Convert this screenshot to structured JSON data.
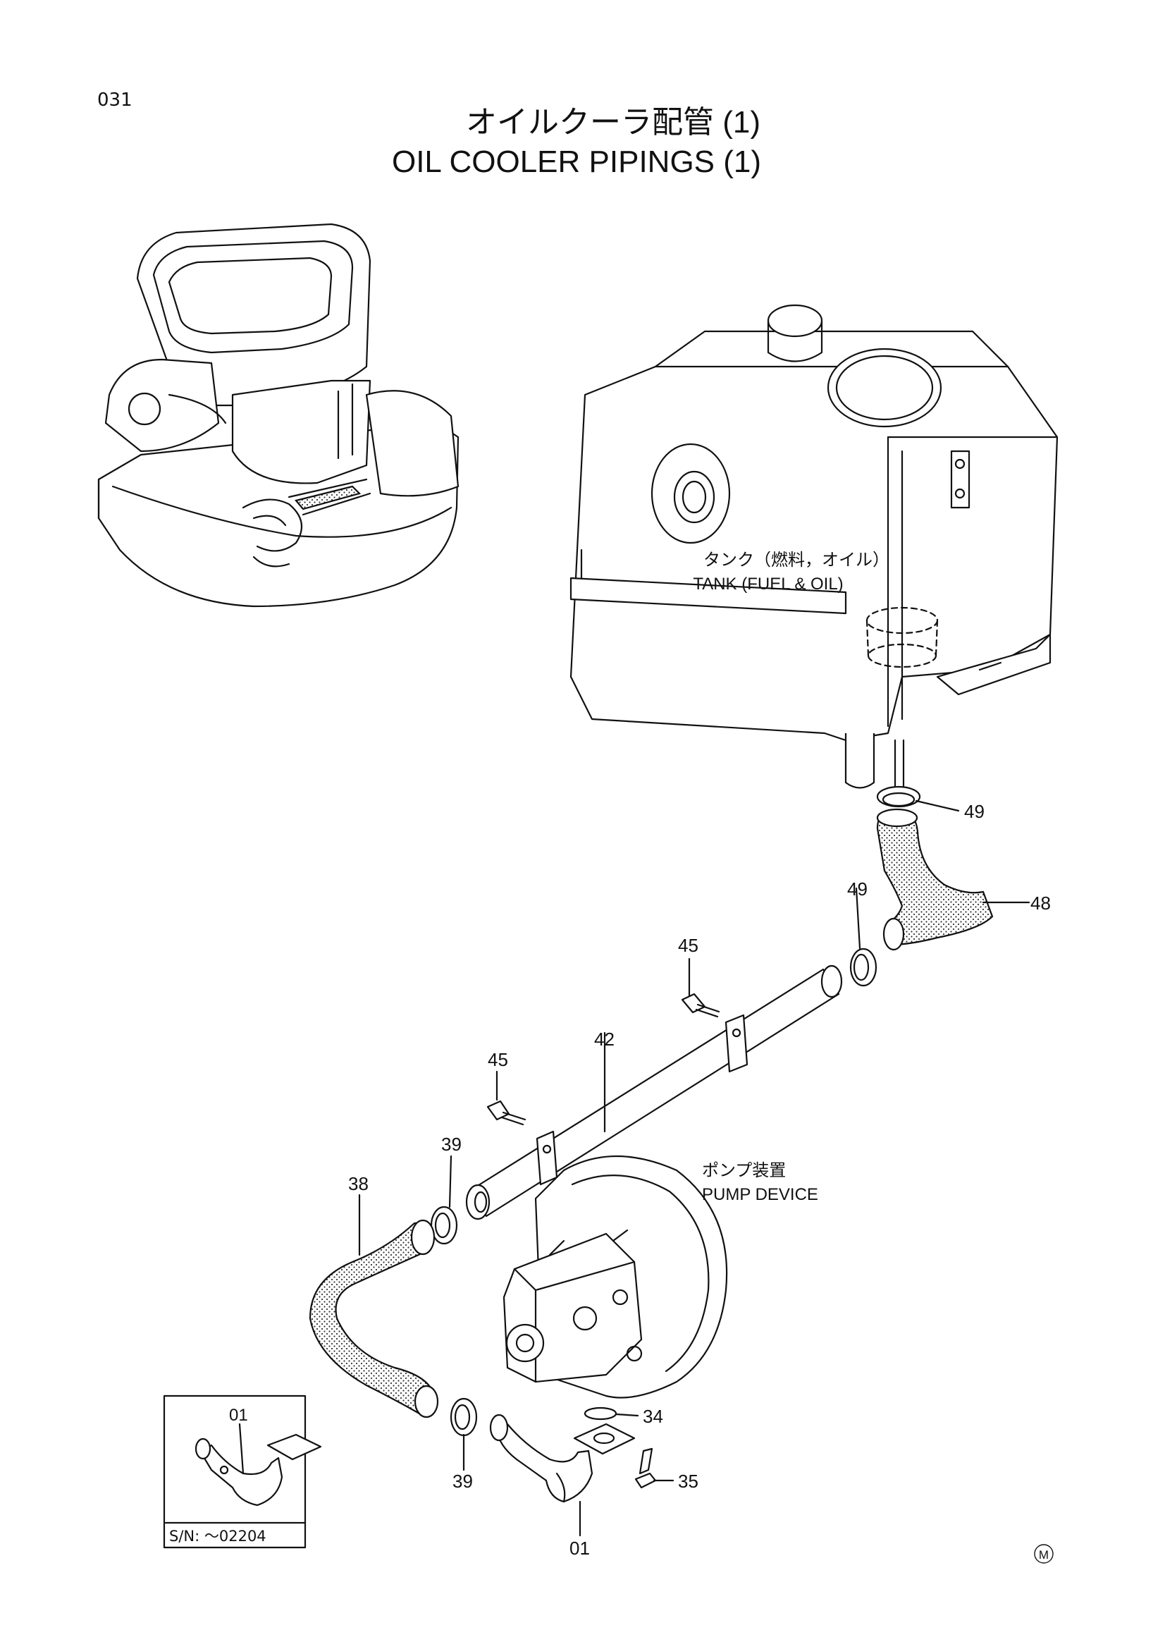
{
  "page_code": "031",
  "title_jp": "オイルクーラ配管 (1)",
  "title_en": "OIL COOLER PIPINGS (1)",
  "labels": {
    "tank_jp": "タンク（燃料，オイル）",
    "tank_en": "TANK (FUEL & OIL)",
    "pump_jp": "ポンプ装置",
    "pump_en": "PUMP DEVICE"
  },
  "callouts": {
    "c49a": "49",
    "c48": "48",
    "c49b": "49",
    "c45a": "45",
    "c45b": "45",
    "c42": "42",
    "c39a": "39",
    "c38": "38",
    "c34": "34",
    "c39b": "39",
    "c35": "35",
    "c01": "01"
  },
  "inset": {
    "part": "01",
    "serial": "S/N: ～02204"
  },
  "mark": "M"
}
